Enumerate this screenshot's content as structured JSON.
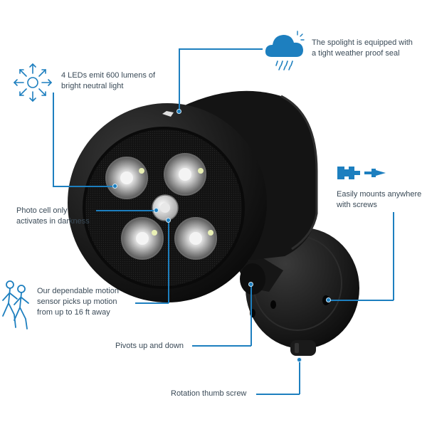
{
  "callouts": {
    "leds": {
      "line1": "4 LEDs emit 600 lumens of",
      "line2": "bright neutral light"
    },
    "weather": {
      "line1": "The spolight is equipped with",
      "line2": "a tight weather proof seal"
    },
    "photocell": {
      "line1": "Photo cell only",
      "line2": "activates in darkness"
    },
    "mount": {
      "line1": "Easily mounts anywhere",
      "line2": "with screws"
    },
    "motion": {
      "line1": "Our dependable motion",
      "line2": "sensor picks up motion",
      "line3": "from up to 16 ft away"
    },
    "pivot": {
      "text": "Pivots up and down"
    },
    "thumbscrew": {
      "text": "Rotation thumb screw"
    }
  },
  "icons": {
    "leds": "light-burst-icon",
    "weather": "rain-cloud-icon",
    "mount": "screw-icon",
    "motion": "walking-people-icon"
  },
  "colors": {
    "accent": "#1d7fbf",
    "text": "#3a4a57",
    "product": "#141414"
  }
}
